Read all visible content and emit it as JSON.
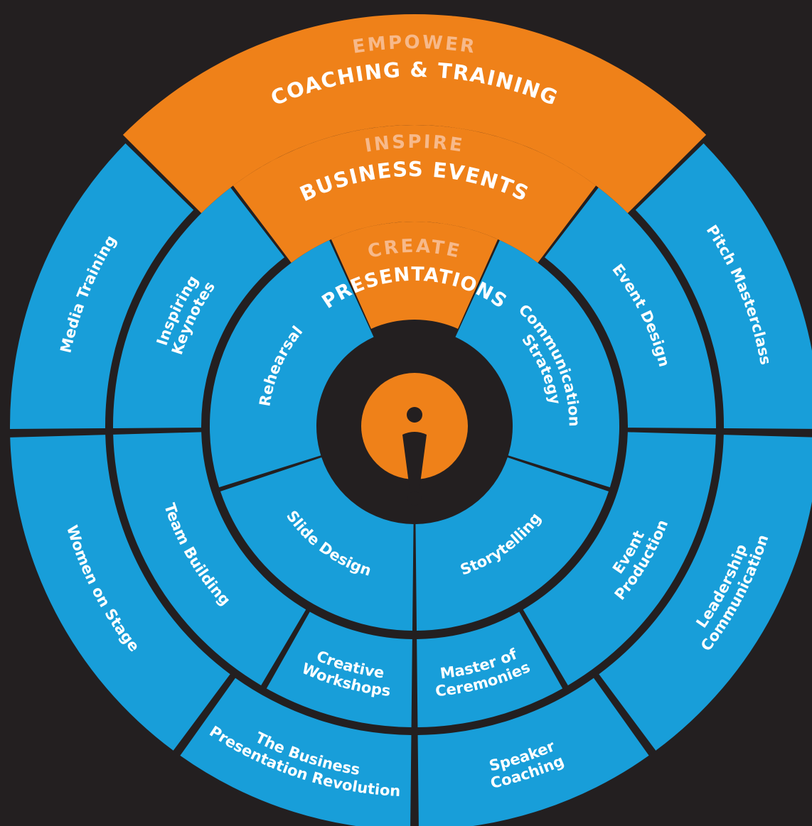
{
  "colors": {
    "background": "#231f20",
    "ring_blue": "#189ed9",
    "accent_orange": "#ef8119",
    "accent_peach": "#f7b98a",
    "label_white": "#ffffff"
  },
  "center_icon": {
    "icon": "info-exclamation-icon"
  },
  "rings": {
    "outer": {
      "heading": "EMPOWER",
      "title": "COACHING & TRAINING",
      "segments": [
        "Media Training",
        "Women on Stage",
        "The Business Presentation Revolution",
        "Speaker Coaching",
        "Leadership Communication",
        "Pitch Masterclass"
      ],
      "segment_lines": [
        [
          "Media Training"
        ],
        [
          "Women on Stage"
        ],
        [
          "The Business",
          "Presentation Revolution"
        ],
        [
          "Speaker",
          "Coaching"
        ],
        [
          "Leadership",
          "Communication"
        ],
        [
          "Pitch Masterclass"
        ]
      ]
    },
    "middle": {
      "heading": "INSPIRE",
      "title": "BUSINESS EVENTS",
      "segments": [
        "Inspiring Keynotes",
        "Team Building",
        "Creative Workshops",
        "Master of Ceremonies",
        "Event Production",
        "Event Design"
      ],
      "segment_lines": [
        [
          "Inspiring",
          "Keynotes"
        ],
        [
          "Team Building"
        ],
        [
          "Creative",
          "Workshops"
        ],
        [
          "Master of",
          "Ceremonies"
        ],
        [
          "Event",
          "Production"
        ],
        [
          "Event Design"
        ]
      ]
    },
    "inner": {
      "heading": "CREATE",
      "title": "PRESENTATIONS",
      "segments": [
        "Rehearsal",
        "Slide Design",
        "Storytelling",
        "Communication Strategy"
      ],
      "segment_lines": [
        [
          "Rehearsal"
        ],
        [
          "Slide Design"
        ],
        [
          "Storytelling"
        ],
        [
          "Communication",
          "Strategy"
        ]
      ]
    }
  }
}
